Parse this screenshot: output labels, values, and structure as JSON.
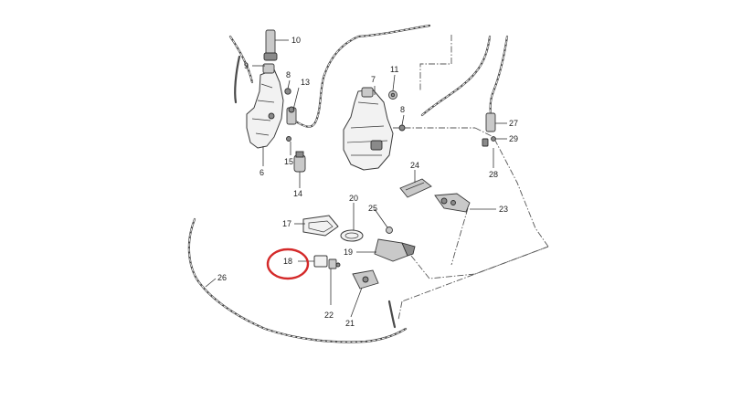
{
  "diagram": {
    "highlight_color": "#d42a2a",
    "line_color": "#333333",
    "highlighted_callout": "18",
    "callouts": [
      {
        "id": "c10",
        "label": "10"
      },
      {
        "id": "c9",
        "label": "9"
      },
      {
        "id": "c8a",
        "label": "8"
      },
      {
        "id": "c13",
        "label": "13"
      },
      {
        "id": "c7",
        "label": "7"
      },
      {
        "id": "c11",
        "label": "11"
      },
      {
        "id": "c8b",
        "label": "8"
      },
      {
        "id": "c27",
        "label": "27"
      },
      {
        "id": "c29",
        "label": "29"
      },
      {
        "id": "c15",
        "label": "15"
      },
      {
        "id": "c6",
        "label": "6"
      },
      {
        "id": "c28",
        "label": "28"
      },
      {
        "id": "c14",
        "label": "14"
      },
      {
        "id": "c24",
        "label": "24"
      },
      {
        "id": "c20",
        "label": "20"
      },
      {
        "id": "c23",
        "label": "23"
      },
      {
        "id": "c25",
        "label": "25"
      },
      {
        "id": "c17",
        "label": "17"
      },
      {
        "id": "c19",
        "label": "19"
      },
      {
        "id": "c18",
        "label": "18"
      },
      {
        "id": "c26",
        "label": "26"
      },
      {
        "id": "c22",
        "label": "22"
      },
      {
        "id": "c21",
        "label": "21"
      }
    ]
  }
}
